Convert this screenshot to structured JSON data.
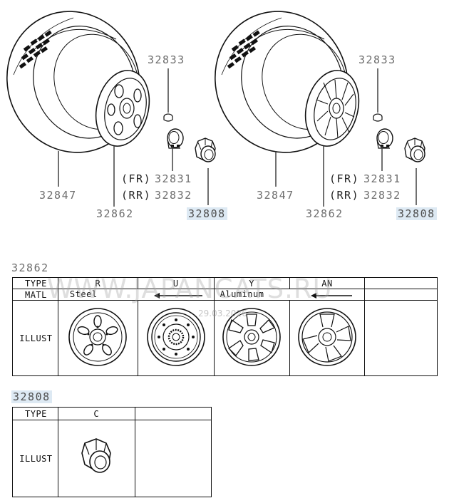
{
  "diagram": {
    "left_assembly": {
      "callouts": {
        "tire": "32847",
        "wheel": "32862",
        "nut": "32833",
        "cap_fr": "32831",
        "cap_rr": "32832",
        "ornament": "32808",
        "fr": "(FR)",
        "rr": "(RR)"
      }
    },
    "right_assembly": {
      "callouts": {
        "tire": "32847",
        "wheel": "32862",
        "nut": "32833",
        "cap_fr": "32831",
        "cap_rr": "32832",
        "ornament": "32808",
        "fr": "(FR)",
        "rr": "(RR)"
      }
    }
  },
  "wheel_table": {
    "part_no": "32862",
    "type_header": "TYPE",
    "matl_header": "MATL",
    "illust_header": "ILLUST",
    "types": [
      "R",
      "U",
      "Y",
      "AN",
      ""
    ],
    "materials": {
      "steel": "Steel",
      "aluminum": "Aluminum"
    }
  },
  "ornament_table": {
    "part_no": "32808",
    "type_header": "TYPE",
    "illust_header": "ILLUST",
    "types": [
      "C",
      ""
    ]
  },
  "watermark": {
    "site": "WWW.JAPANCATS.RU",
    "date": "29.03.2026"
  },
  "colors": {
    "highlight": "#dde9f3",
    "label": "#6e6e6e",
    "line": "#111111"
  }
}
